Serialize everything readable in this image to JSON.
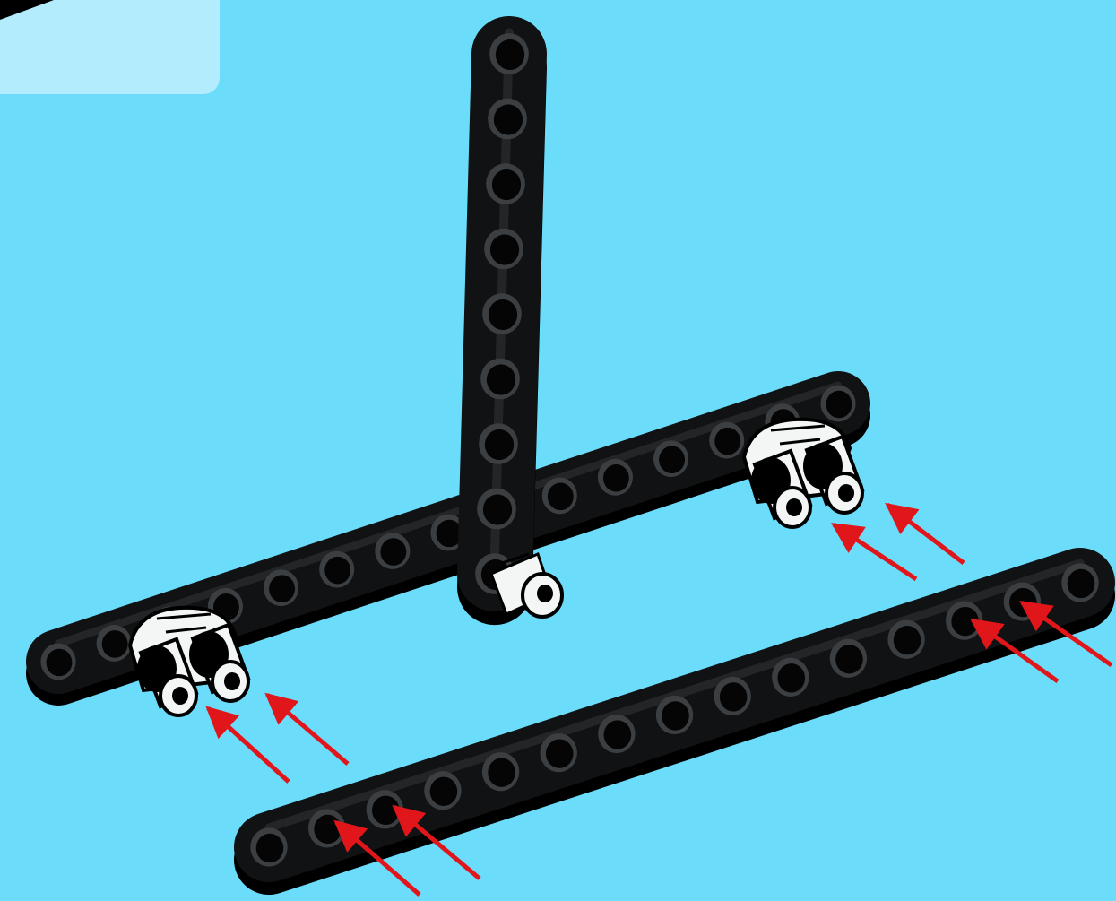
{
  "colors": {
    "background": "#6cdcfb",
    "callout_panel": "#b3ecfd",
    "beam": "#111213",
    "beam_highlight": "#2c2e30",
    "hole_rim": "#3b3f42",
    "hole": "#050505",
    "connector": "#f4f6f6",
    "arrow": "#e0161a"
  },
  "icons": [
    "liftarm-beam-icon",
    "connector-peg-icon",
    "axle-pin-icon",
    "insert-arrow-icon"
  ],
  "parts": {
    "upright_beam": {
      "holes": 9
    },
    "back_beam": {
      "holes": 15
    },
    "front_beam": {
      "holes": 15
    },
    "double_connectors": 2,
    "axle_pins": 1
  },
  "assembly_arrows": 8
}
